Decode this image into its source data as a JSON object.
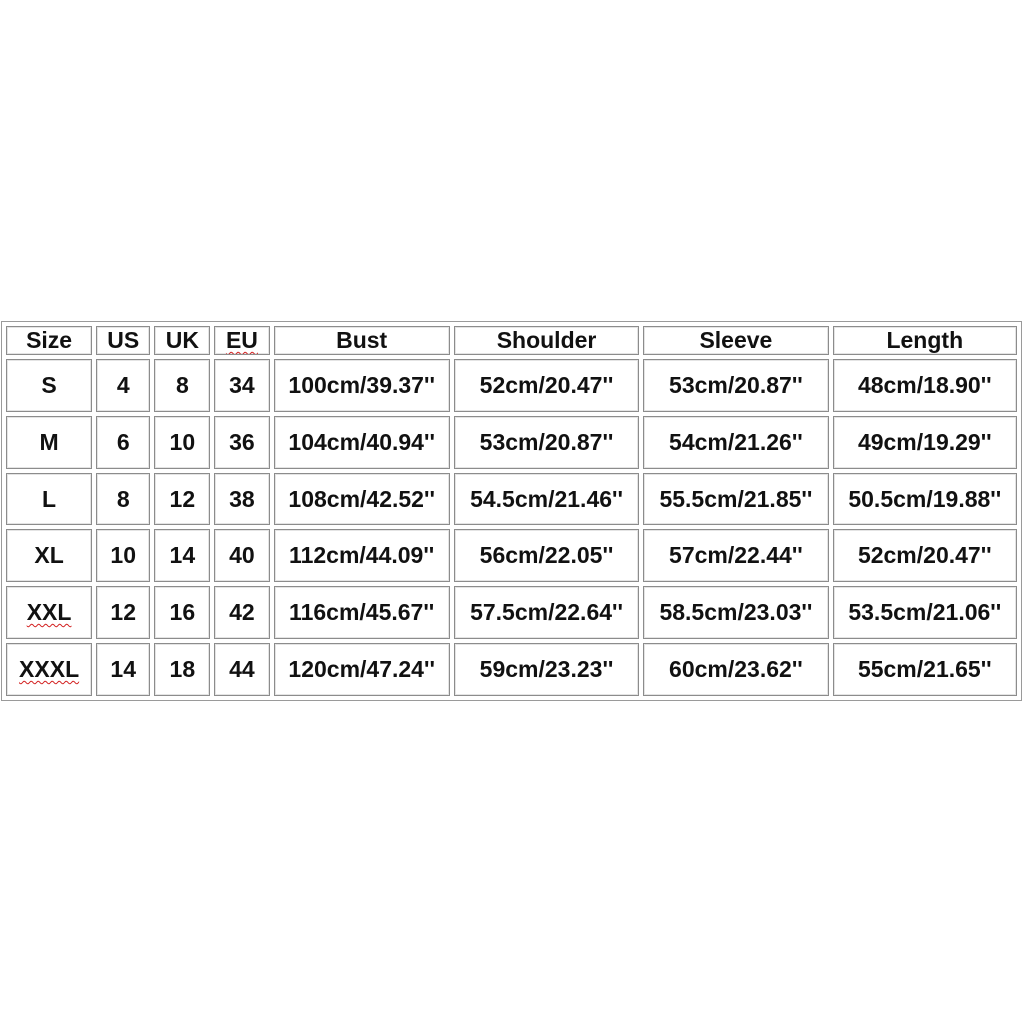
{
  "size_chart": {
    "headers": [
      "Size",
      "US",
      "UK",
      "EU",
      "Bust",
      "Shoulder",
      "Sleeve",
      "Length"
    ],
    "rows": [
      [
        "S",
        "4",
        "8",
        "34",
        "100cm/39.37''",
        "52cm/20.47''",
        "53cm/20.87''",
        "48cm/18.90''"
      ],
      [
        "M",
        "6",
        "10",
        "36",
        "104cm/40.94''",
        "53cm/20.87''",
        "54cm/21.26''",
        "49cm/19.29''"
      ],
      [
        "L",
        "8",
        "12",
        "38",
        "108cm/42.52''",
        "54.5cm/21.46''",
        "55.5cm/21.85''",
        "50.5cm/19.88''"
      ],
      [
        "XL",
        "10",
        "14",
        "40",
        "112cm/44.09''",
        "56cm/22.05''",
        "57cm/22.44''",
        "52cm/20.47''"
      ],
      [
        "XXL",
        "12",
        "16",
        "42",
        "116cm/45.67''",
        "57.5cm/22.64''",
        "58.5cm/23.03''",
        "53.5cm/21.06''"
      ],
      [
        "XXXL",
        "14",
        "18",
        "44",
        "120cm/47.24''",
        "59cm/23.23''",
        "60cm/23.62''",
        "55cm/21.65''"
      ]
    ],
    "spellcheck_color": "#d21e1e"
  }
}
